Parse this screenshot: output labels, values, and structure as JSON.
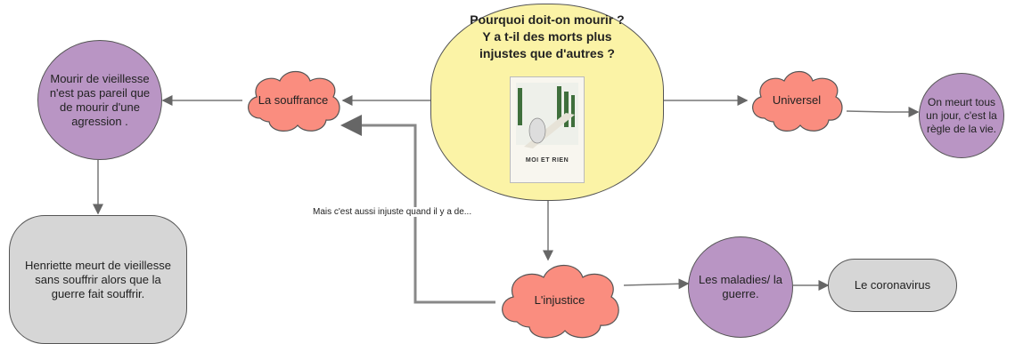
{
  "central": {
    "question": "Pourquoi doit-on mourir ? Y a t-il des morts plus injustes que d'autres ?",
    "book_cover_title": "MOI ET RIEN"
  },
  "nodes": {
    "souffrance": "La souffrance",
    "universel": "Universel",
    "injustice": "L'injustice",
    "vieillesse": "Mourir de vieillesse n'est pas pareil que de mourir d'une agression .",
    "regle": "On meurt tous un jour, c'est la règle de la vie.",
    "henriette": "Henriette meurt de vieillesse sans souffrir alors que la guerre fait souffrir.",
    "maladies": "Les maladies/ la guerre.",
    "coronavirus": "Le coronavirus"
  },
  "edge_label": "Mais c'est aussi injuste quand il y a de...",
  "colors": {
    "cloud": "#fa8d7f",
    "purple": "#b995c4",
    "gray": "#d6d6d6",
    "yellow": "#fbf3a6",
    "line": "#666666"
  }
}
